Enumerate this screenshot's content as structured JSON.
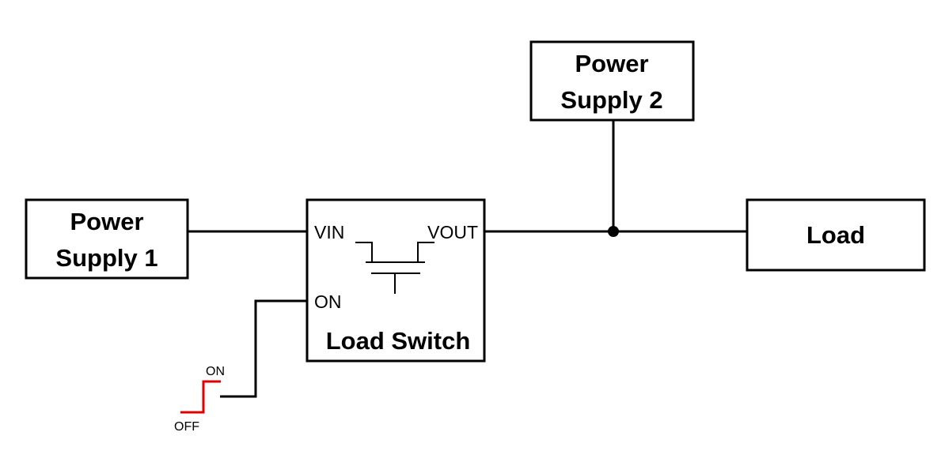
{
  "blocks": {
    "power_supply_1": {
      "line1": "Power",
      "line2": "Supply 1"
    },
    "power_supply_2": {
      "line1": "Power",
      "line2": "Supply 2"
    },
    "load": {
      "label": "Load"
    },
    "load_switch": {
      "label": "Load Switch"
    }
  },
  "pins": {
    "vin": "VIN",
    "vout": "VOUT",
    "on": "ON"
  },
  "signal": {
    "on_label": "ON",
    "off_label": "OFF",
    "color": "#e00000"
  }
}
